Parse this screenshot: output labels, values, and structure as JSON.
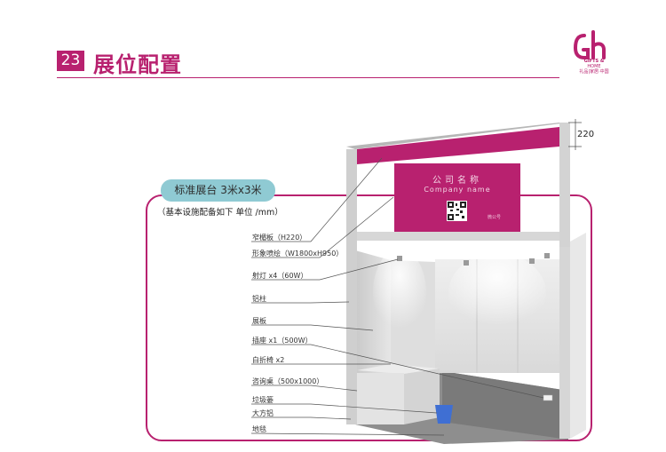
{
  "header": {
    "page_number": "23",
    "title": "展位配置"
  },
  "logo": {
    "line1": "GIFTS &",
    "line2": "HOME",
    "line3": "礼品|家居·中国",
    "brand_color": "#b8216f"
  },
  "booth": {
    "tag": "标准展台 3米x3米",
    "subtitle": "（基本设施配备如下 单位 /mm）",
    "dimension": "220",
    "company_cn": "公司名称",
    "company_en": "Company name",
    "qr_caption": "微公号",
    "accent_color": "#b8216f",
    "tag_color": "#8fcad3",
    "callouts": [
      "窄楣板（H220）",
      "形象喷绘（W1800xH950）",
      "射灯 x4（60W）",
      "铝柱",
      "展板",
      "插座 x1（500W）",
      "白折椅 x2",
      "咨询桌（500x1000）",
      "垃圾篓",
      "大方铝",
      "地毯"
    ]
  }
}
